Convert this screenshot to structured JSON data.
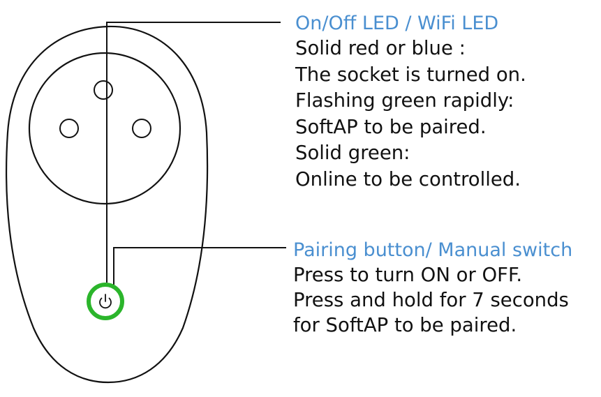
{
  "led_callout": {
    "title": "On/Off LED / WiFi LED",
    "lines": [
      "Solid red or blue :",
      "The socket is turned on.",
      "Flashing green rapidly:",
      "SoftAP to be paired.",
      "Solid green:",
      "Online to be controlled."
    ]
  },
  "pairing_callout": {
    "title": "Pairing button/ Manual switch",
    "lines": [
      "Press to turn ON or OFF.",
      "Press and hold for 7 seconds",
      "for SoftAP to be paired."
    ]
  },
  "colors": {
    "title_text": "#4a8fd0",
    "body_text": "#111111",
    "outline": "#111111",
    "button_ring": "#2bb52b"
  },
  "icons": {
    "button": "power-icon"
  }
}
